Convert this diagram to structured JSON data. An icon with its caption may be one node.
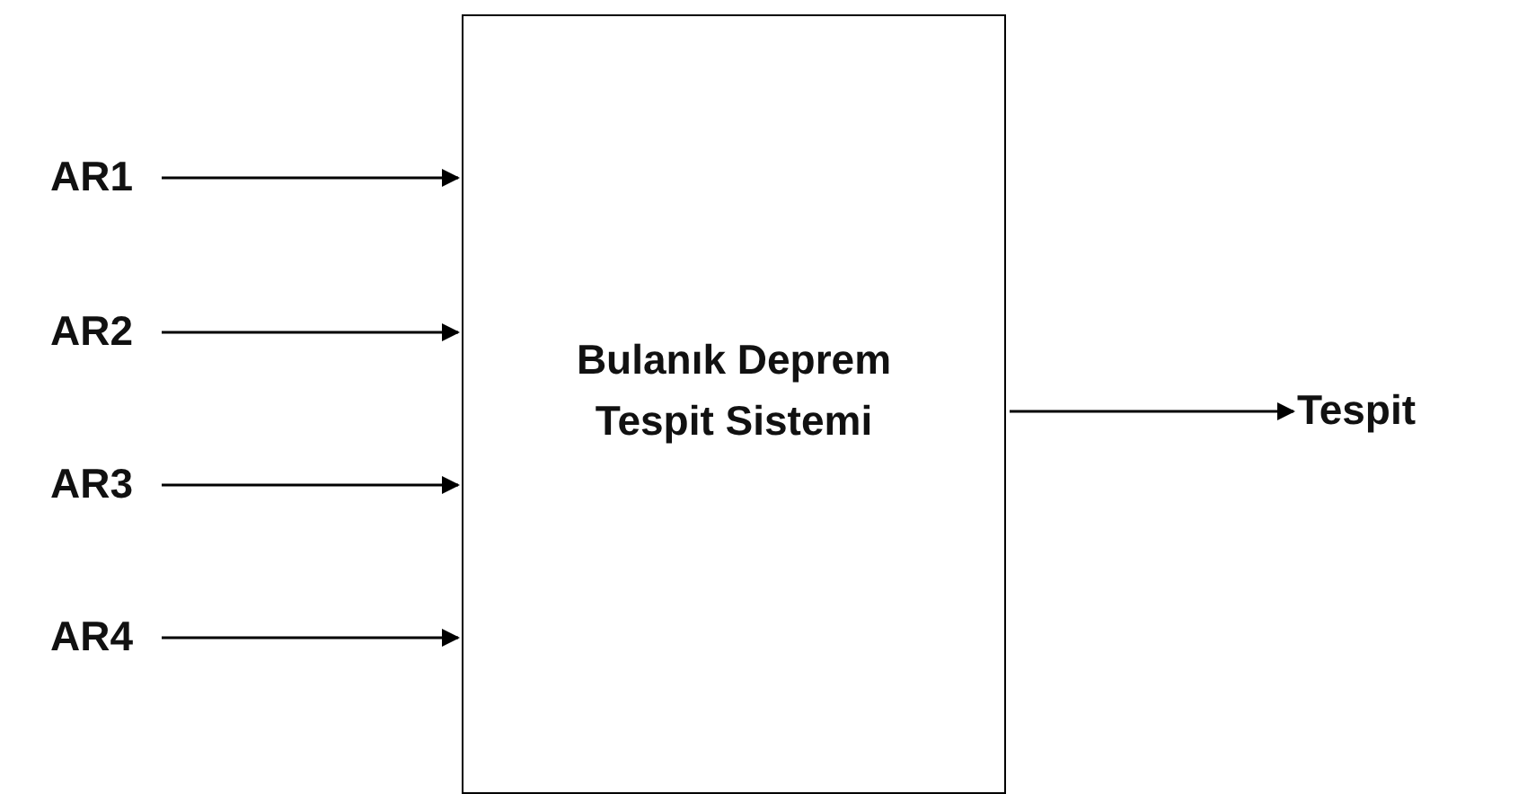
{
  "diagram": {
    "nodes": [
      {
        "text": [
          "AR1"
        ]
      },
      {
        "text": [
          "AR2"
        ]
      },
      {
        "text": [
          "AR3"
        ]
      },
      {
        "text": [
          "AR4"
        ]
      },
      {
        "text": [
          "Bulanık Deprem Tespit Sistemi"
        ]
      },
      {
        "text": [
          "Tespit"
        ]
      }
    ],
    "edges": [
      {
        "from": 0,
        "to": 4,
        "arrow": "to"
      },
      {
        "from": 1,
        "to": 4,
        "arrow": "to"
      },
      {
        "from": 2,
        "to": 4,
        "arrow": "to"
      },
      {
        "from": 3,
        "to": 4,
        "arrow": "to"
      },
      {
        "from": 4,
        "to": 5,
        "arrow": "to"
      }
    ]
  }
}
